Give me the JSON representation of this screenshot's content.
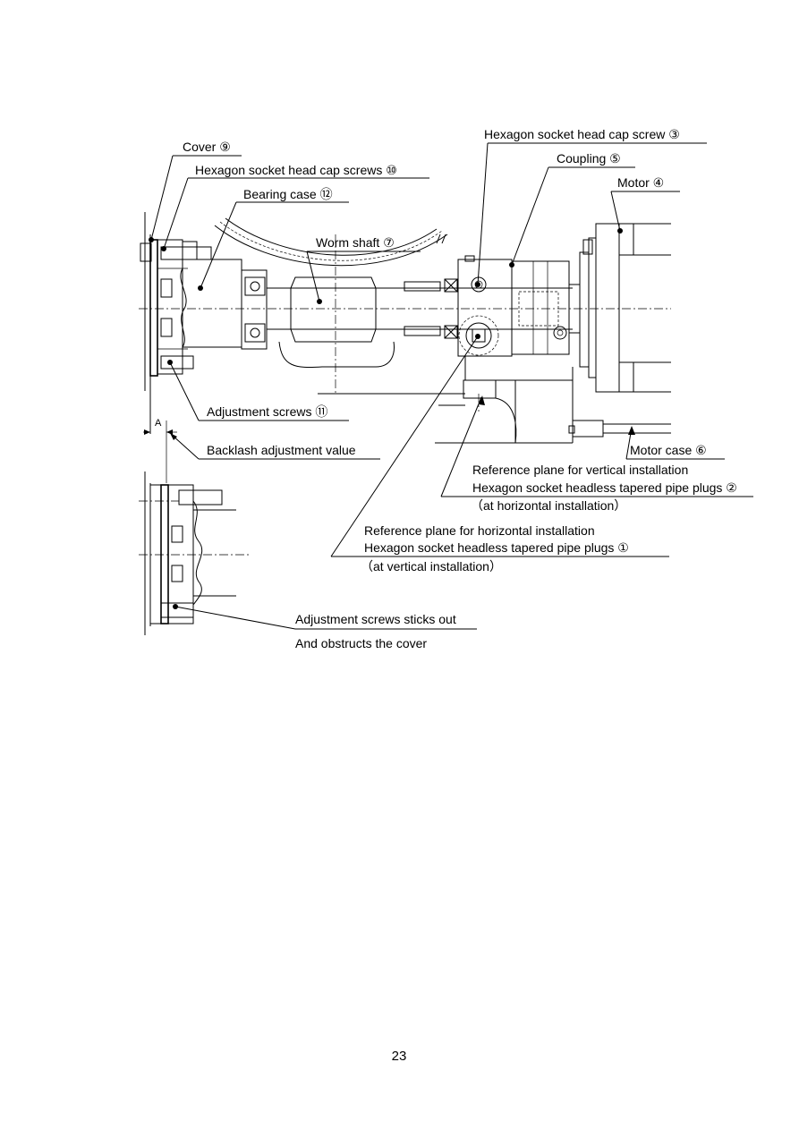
{
  "labels": {
    "cover": "Cover ⑨",
    "hex_cap_screws_10": "Hexagon socket head cap screws ⑩",
    "bearing_case": "Bearing case ⑫",
    "worm_shaft": "Worm shaft ⑦",
    "hex_cap_screw_3": "Hexagon socket head cap screw ③",
    "coupling": "Coupling ⑤",
    "motor": "Motor ④",
    "adjustment_screws": "Adjustment screws ⑪",
    "dimension_a": "A",
    "backlash_value": "Backlash adjustment value",
    "motor_case": "Motor case ⑥",
    "ref_vertical_1": "Reference plane for vertical installation",
    "ref_vertical_2": "Hexagon socket headless tapered pipe plugs ②",
    "ref_vertical_3": "（at horizontal installation）",
    "ref_horizontal_1": "Reference plane for horizontal installation",
    "ref_horizontal_2": "Hexagon socket headless tapered pipe plugs ①",
    "ref_horizontal_3": "（at vertical installation）",
    "sticks_out_1": "Adjustment screws sticks out",
    "sticks_out_2": "And obstructs the cover"
  },
  "page_number": "23"
}
